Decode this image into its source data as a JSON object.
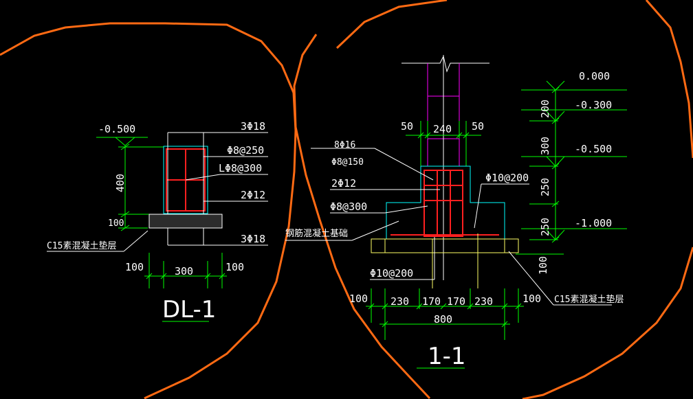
{
  "colors": {
    "background": "#000000",
    "cloud_markup": "#ff6a13",
    "dimension": "#00ff00",
    "concrete_outline": "#00ffff",
    "rebar": "#ff2020",
    "wall": "#ff00ff",
    "text": "#ffffff",
    "cushion": "#ffff66"
  },
  "dl1": {
    "title": "DL-1",
    "elevation": "-0.500",
    "top_bars": "3Φ18",
    "stirrup_a": "Φ8@250",
    "stirrup_b": "LΦ8@300",
    "side_bars": "2Φ12",
    "bottom_bars": "3Φ18",
    "dim_height": "400",
    "dim_cushion": "100",
    "cushion_label": "C15素混凝土垫层",
    "dim_left": "100",
    "dim_width": "300",
    "dim_right": "100"
  },
  "section": {
    "title": "1-1",
    "dim_50_left": "50",
    "dim_wall": "240",
    "dim_50_right": "50",
    "bars_8phi16": "8Φ16",
    "stirrup_phi8_150": "Φ8@150",
    "bars_2phi12": "2Φ12",
    "stirrup_phi8_300": "Φ8@300",
    "footing_label": "钢筋混凝土基础",
    "mesh_right": "Φ10@200",
    "mesh_bottom": "Φ10@200",
    "cushion_label": "C15素混凝土垫层",
    "dim_cushion_thickness": "100",
    "bottom_dims": [
      "100",
      "230",
      "170",
      "170",
      "230",
      "100"
    ],
    "total_width": "800",
    "elevations": [
      "0.000",
      "-0.300",
      "-0.500",
      "-1.000"
    ],
    "vertical_dims": [
      "200",
      "300",
      "250",
      "250"
    ]
  }
}
